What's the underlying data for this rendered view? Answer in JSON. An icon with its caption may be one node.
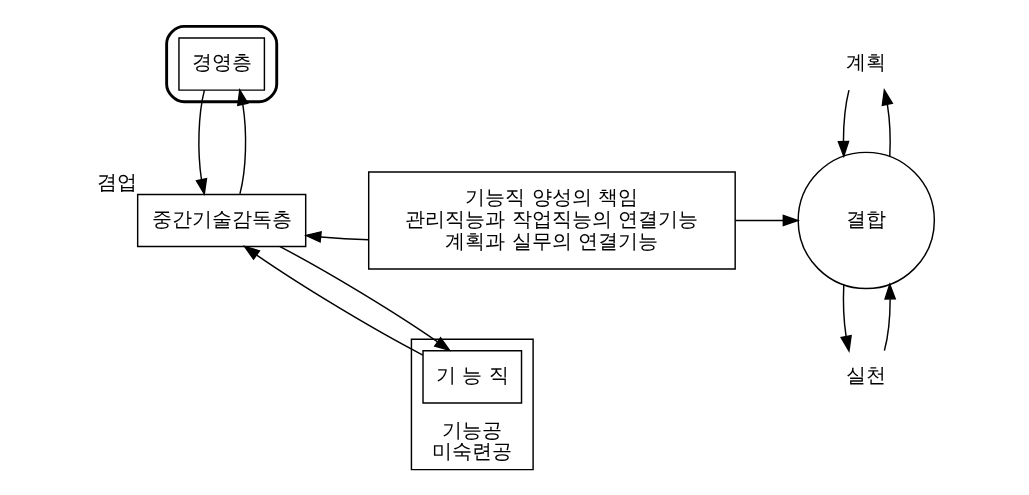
{
  "diagram": {
    "nodes": [
      {
        "text": [],
        "shape": "triangle"
      },
      {
        "text": [
          "경영층"
        ],
        "in": 0
      },
      {
        "text": [
          "중간기술감독층"
        ],
        "beside": [
          "겸업"
        ]
      },
      {
        "text": [
          "기능공",
          "미숙련공"
        ]
      },
      {
        "text": [
          "기 능 직"
        ],
        "in": 3
      },
      {
        "text": [
          "기능직 양성의 책임",
          "관리직능과 작업직능의 연결기능",
          "계획과 실무의 연결기능"
        ]
      },
      {
        "text": [
          "결합"
        ]
      },
      {
        "text": [
          "계획"
        ]
      },
      {
        "text": [
          "실천"
        ]
      }
    ],
    "edges": [
      {
        "from": 1,
        "to": 2,
        "arrow": "to"
      },
      {
        "from": 2,
        "to": 1,
        "arrow": "to"
      },
      {
        "from": 4,
        "to": 2,
        "arrow": "to"
      },
      {
        "from": 2,
        "to": 4,
        "arrow": "to"
      },
      {
        "from": 5,
        "to": 2,
        "arrow": "to"
      },
      {
        "from": 5,
        "to": 6,
        "arrow": "to"
      },
      {
        "from": 6,
        "to": 7,
        "arrow": "to"
      },
      {
        "from": 7,
        "to": 6,
        "arrow": "to"
      },
      {
        "from": 6,
        "to": 8,
        "arrow": "to"
      },
      {
        "from": 8,
        "to": 6,
        "arrow": "to"
      }
    ]
  }
}
